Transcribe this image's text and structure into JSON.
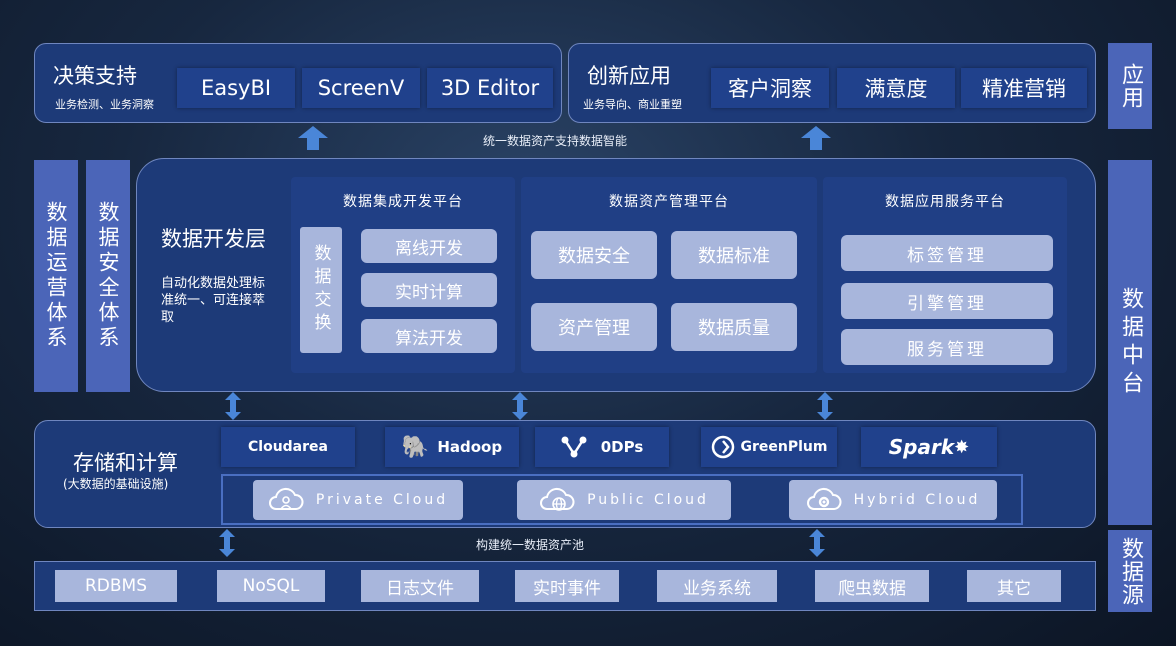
{
  "app_layer": {
    "decision": {
      "title": "决策支持",
      "subtitle": "业务检测、业务洞察",
      "tools": [
        "EasyBI",
        "ScreenV",
        "3D Editor"
      ]
    },
    "innovation": {
      "title": "创新应用",
      "subtitle": "业务导向、商业重塑",
      "tools": [
        "客户洞察",
        "满意度",
        "精准营销"
      ]
    },
    "caption": "统一数据资产支持数据智能"
  },
  "layer_labels": {
    "app": "应用",
    "middle": "数据中台",
    "source": "数据源"
  },
  "side_systems": [
    "数据运营体系",
    "数据安全体系"
  ],
  "dev_layer": {
    "title": "数据开发层",
    "desc": "自动化数据处理标准统一、可连接萃取",
    "integration": {
      "title": "数据集成开发平台",
      "exchange": "数据交换",
      "items": [
        "离线开发",
        "实时计算",
        "算法开发"
      ]
    },
    "asset": {
      "title": "数据资产管理平台",
      "items": [
        "数据安全",
        "数据标准",
        "资产管理",
        "数据质量"
      ]
    },
    "service": {
      "title": "数据应用服务平台",
      "items": [
        "标签管理",
        "引擎管理",
        "服务管理"
      ]
    }
  },
  "storage_layer": {
    "title": "存储和计算",
    "subtitle": "(大数据的基础设施)",
    "engines": [
      "Cloudarea",
      "Hadoop",
      "0DPs",
      "GreenPlum",
      "Spark"
    ],
    "clouds": [
      "Private Cloud",
      "Public Cloud",
      "Hybrid Cloud"
    ],
    "caption": "构建统一数据资产池"
  },
  "sources": [
    "RDBMS",
    "NoSQL",
    "日志文件",
    "实时事件",
    "业务系统",
    "爬虫数据",
    "其它"
  ],
  "colors": {
    "panel": "#1d3a78",
    "chip": "#20418c",
    "light": "#a8b6dc",
    "side": "#4b65b8",
    "arrow": "#4a86d8"
  }
}
